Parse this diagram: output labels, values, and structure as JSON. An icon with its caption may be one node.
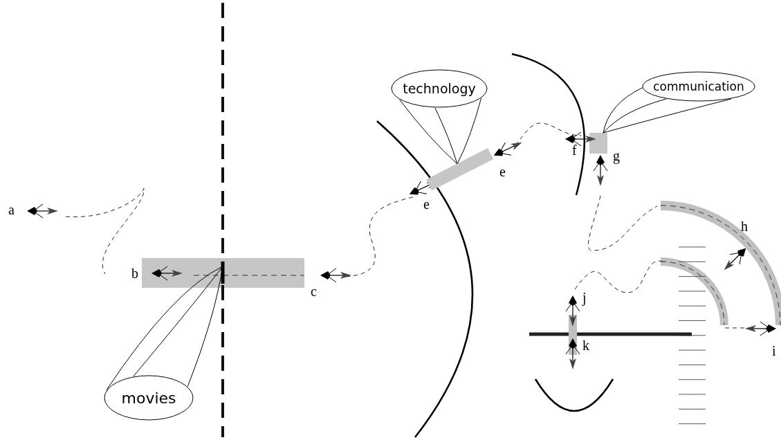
{
  "diagram": {
    "nodes": [
      {
        "text": [
          "movies"
        ]
      },
      {
        "text": [
          "technology"
        ]
      },
      {
        "text": [
          "communication"
        ]
      },
      {
        "text": [],
        "shape": "bar"
      },
      {
        "text": [],
        "shape": "bar"
      },
      {
        "text": [],
        "shape": "bar"
      }
    ],
    "edges": [
      {
        "from": 0,
        "to": 3,
        "arrow": "none"
      },
      {
        "from": 0,
        "to": 3,
        "arrow": "none"
      },
      {
        "from": 0,
        "to": 3,
        "arrow": "none"
      },
      {
        "from": 1,
        "to": 4,
        "arrow": "none"
      },
      {
        "from": 1,
        "to": 4,
        "arrow": "none"
      },
      {
        "from": 1,
        "to": 4,
        "arrow": "none"
      },
      {
        "from": 2,
        "to": 5,
        "arrow": "none"
      },
      {
        "from": 2,
        "to": 5,
        "arrow": "none"
      },
      {
        "from": 2,
        "to": 5,
        "arrow": "none"
      }
    ],
    "labels": [
      "a",
      "b",
      "c",
      "e",
      "e",
      "f",
      "g",
      "h",
      "i",
      "j",
      "k"
    ]
  }
}
